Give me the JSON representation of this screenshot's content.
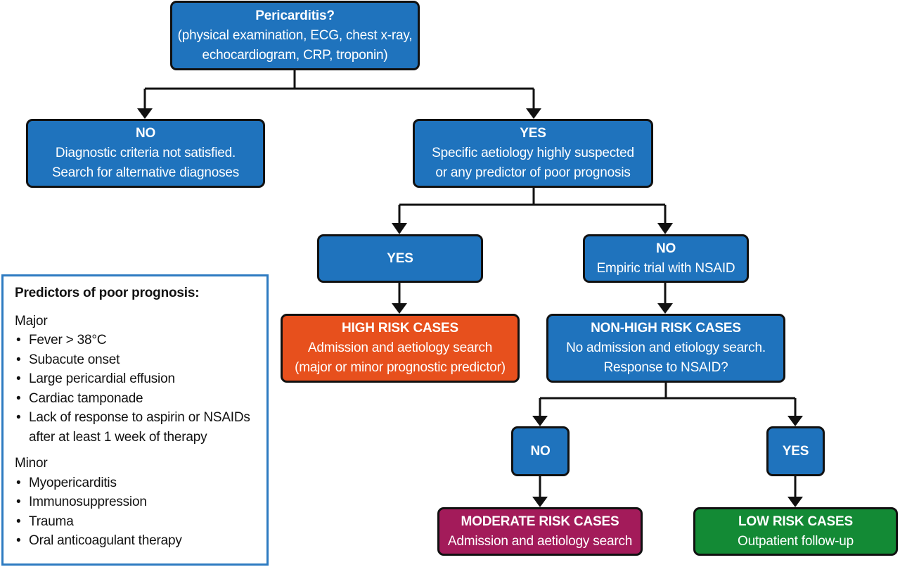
{
  "nodes": {
    "root": {
      "title": "Pericarditis?",
      "lines": [
        "(physical examination, ECG, chest x-ray,",
        "echocardiogram, CRP, troponin)"
      ]
    },
    "no1": {
      "title": "NO",
      "lines": [
        "Diagnostic criteria not satisfied.",
        "Search for alternative diagnoses"
      ]
    },
    "yes1": {
      "title": "YES",
      "lines": [
        "Specific aetiology highly suspected",
        "or any predictor of poor prognosis"
      ]
    },
    "yes2": {
      "title": "YES",
      "lines": []
    },
    "no2": {
      "title": "NO",
      "lines": [
        "Empiric trial with NSAID"
      ]
    },
    "high": {
      "title": "HIGH RISK CASES",
      "lines": [
        "Admission and aetiology search",
        "(major or minor prognostic predictor)"
      ]
    },
    "nonhigh": {
      "title": "NON-HIGH RISK CASES",
      "lines": [
        "No admission and etiology search.",
        "Response to NSAID?"
      ]
    },
    "no3": {
      "title": "NO",
      "lines": []
    },
    "yes3": {
      "title": "YES",
      "lines": []
    },
    "moderate": {
      "title": "MODERATE RISK CASES",
      "lines": [
        "Admission and aetiology search"
      ]
    },
    "low": {
      "title": "LOW RISK CASES",
      "lines": [
        "Outpatient follow-up"
      ]
    }
  },
  "predictors": {
    "title": "Predictors of poor prognosis:",
    "major_label": "Major",
    "major": [
      "Fever > 38°C",
      "Subacute onset",
      "Large pericardial effusion",
      "Cardiac tamponade",
      "Lack of response to aspirin or NSAIDs after at least 1 week of therapy"
    ],
    "minor_label": "Minor",
    "minor": [
      "Myopericarditis",
      "Immunosuppression",
      "Trauma",
      "Oral anticoagulant therapy"
    ]
  },
  "colors": {
    "blue": "#1f73bd",
    "orange": "#e7501d",
    "magenta": "#a31b5a",
    "green": "#138a35",
    "panel_border": "#2d7bc1",
    "line": "#111111"
  }
}
